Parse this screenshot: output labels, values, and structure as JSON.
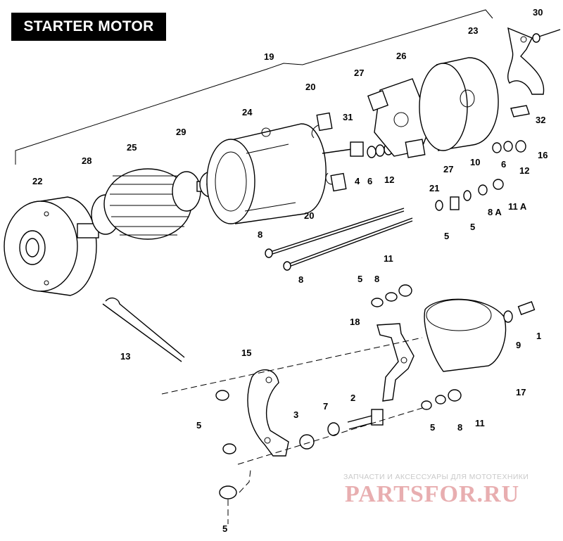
{
  "title": "STARTER MOTOR",
  "watermark": {
    "subtitle": "ЗАПЧАСТИ И АКСЕССУАРЫ ДЛЯ МОТОТЕХНИКИ",
    "brand": "PARTSFOR.RU",
    "color": "#e8aeb0"
  },
  "callouts": [
    "30",
    "23",
    "19",
    "20",
    "27",
    "26",
    "24",
    "29",
    "31",
    "25",
    "28",
    "22",
    "32",
    "16",
    "12",
    "6",
    "10",
    "27",
    "12",
    "6",
    "4",
    "21",
    "20",
    "5",
    "5",
    "8 A",
    "11 A",
    "8",
    "8",
    "11",
    "5",
    "8",
    "18",
    "1",
    "9",
    "13",
    "15",
    "17",
    "2",
    "7",
    "3",
    "5",
    "5",
    "8",
    "11",
    "5"
  ]
}
